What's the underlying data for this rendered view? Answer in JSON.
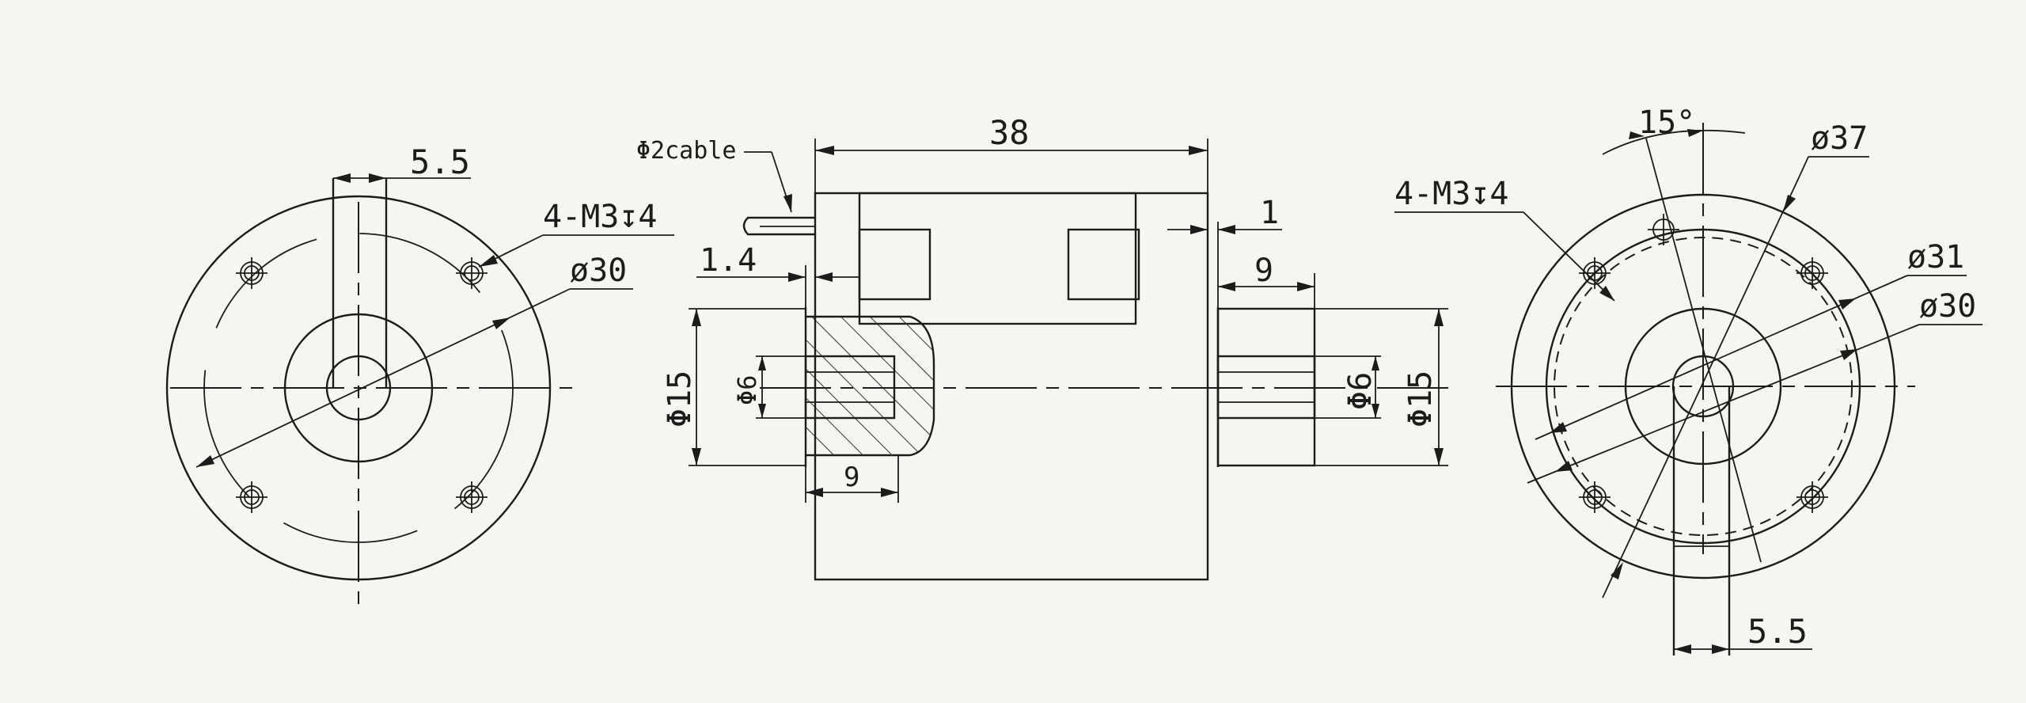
{
  "diagram": {
    "left_view": {
      "slot_width": "5.5",
      "hole_callout": "4-M3↧4",
      "bolt_circle": "ø30"
    },
    "side_view": {
      "cable": "Φ2cable",
      "overall_length": "38",
      "flange_gap": "1.4",
      "right_gap": "1",
      "right_shaft_length": "9",
      "left_shaft_dia_outer": "Φ15",
      "left_shaft_dia_inner": "Φ6",
      "left_bore_depth": "9",
      "right_shaft_dia_inner": "Φ6",
      "right_shaft_dia_outer": "Φ15"
    },
    "right_view": {
      "angle": "15°",
      "outer_dia": "ø37",
      "hole_callout": "4-M3↧4",
      "dia_31": "ø31",
      "bolt_circle": "ø30",
      "slot_width": "5.5"
    }
  }
}
